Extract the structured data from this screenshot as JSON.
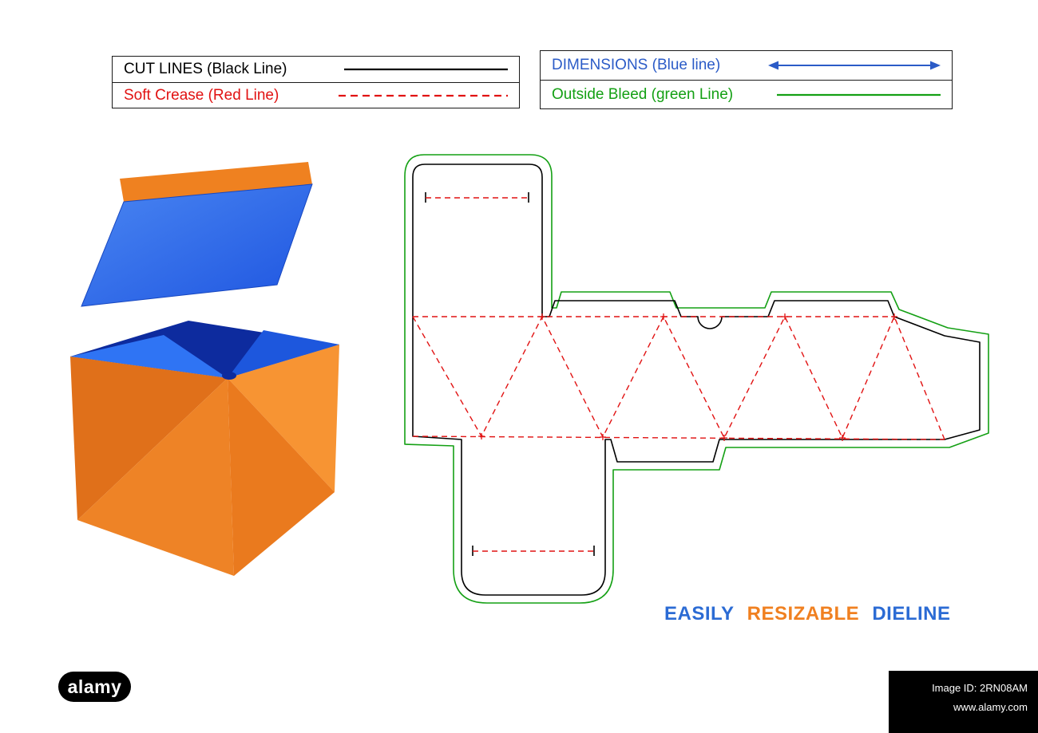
{
  "legend_left": {
    "rows": [
      {
        "label": "CUT LINES (Black Line)",
        "color": "#000000",
        "sample": "solid-black-line"
      },
      {
        "label": "Soft Crease (Red Line)",
        "color": "#e11212",
        "sample": "dashed-red-line"
      }
    ]
  },
  "legend_right": {
    "rows": [
      {
        "label": "DIMENSIONS (Blue line)",
        "color": "#2b5bc7",
        "sample": "blue-double-arrow"
      },
      {
        "label": "Outside Bleed (green Line)",
        "color": "#14a014",
        "sample": "solid-green-line"
      }
    ]
  },
  "caption": {
    "words": [
      {
        "text": "EASILY",
        "color": "#2b6bd4"
      },
      {
        "text": "RESIZABLE",
        "color": "#f08020"
      },
      {
        "text": "DIELINE",
        "color": "#2b6bd4"
      }
    ]
  },
  "watermarks": {
    "logo_text": "alamy",
    "image_id": "Image ID: 2RN08AM",
    "website": "www.alamy.com"
  },
  "dieline_colors": {
    "cut": "#000000",
    "soft_crease": "#e11212",
    "outside_bleed": "#14a014"
  },
  "box_colors": {
    "body_orange": "#ee8326",
    "lid_blue": "#2e6be8",
    "interior_navy": "#0d2b9e"
  }
}
